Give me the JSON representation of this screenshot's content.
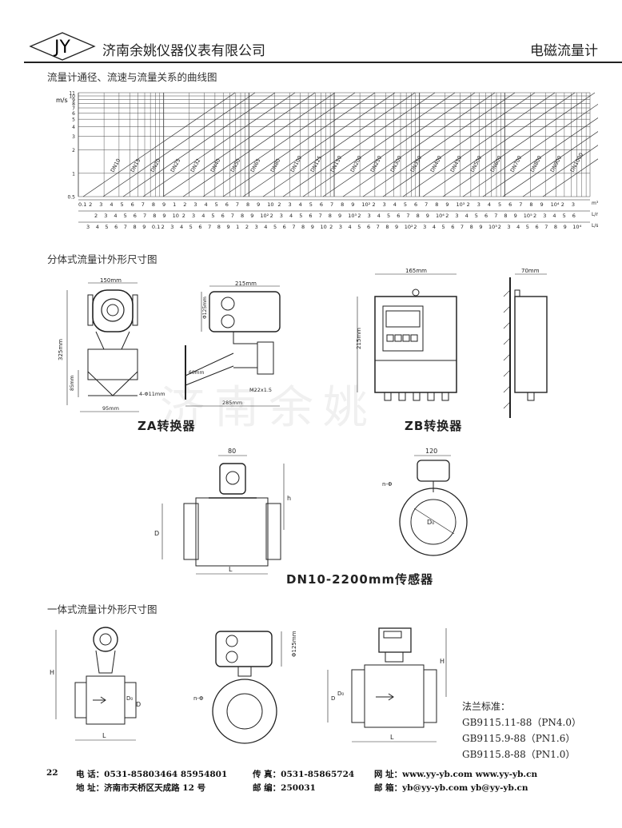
{
  "header": {
    "logo_text": "JY",
    "company": "济南余姚仪器仪表有限公司",
    "product": "电磁流量计"
  },
  "sections": {
    "curve_title": "流量计通径、流速与流量关系的曲线图",
    "split_title": "分体式流量计外形尺寸图",
    "integral_title": "一体式流量计外形尺寸图"
  },
  "chart_data": {
    "type": "line",
    "title": "流量计通径、流速与流量关系的曲线图",
    "y_axis_label": "m/s",
    "y_ticks": [
      "11",
      "10",
      "9",
      "8",
      "7",
      "6",
      "5",
      "4",
      "3",
      "2",
      "1",
      "0.5"
    ],
    "scale_units": [
      "m³/h",
      "L/m",
      "L/s"
    ],
    "row1_labels": [
      "0.1",
      "2",
      "3",
      "4",
      "5",
      "6",
      "7",
      "8",
      "9",
      "1",
      "2",
      "3",
      "4",
      "5",
      "6",
      "7",
      "8",
      "9",
      "10",
      "2",
      "3",
      "4",
      "5",
      "6",
      "7",
      "8",
      "9",
      "10²",
      "2",
      "3",
      "4",
      "5",
      "6",
      "7",
      "8",
      "9",
      "10³",
      "2",
      "3",
      "4",
      "5",
      "6",
      "7",
      "8",
      "9",
      "10⁴",
      "2",
      "3"
    ],
    "row2_labels": [
      "2",
      "3",
      "4",
      "5",
      "6",
      "7",
      "8",
      "9",
      "10",
      "2",
      "3",
      "4",
      "5",
      "6",
      "7",
      "8",
      "9",
      "10²",
      "2",
      "3",
      "4",
      "5",
      "6",
      "7",
      "8",
      "9",
      "10³",
      "2",
      "3",
      "4",
      "5",
      "6",
      "7",
      "8",
      "9",
      "10⁴",
      "2",
      "3",
      "4",
      "5",
      "6",
      "7",
      "8",
      "9",
      "10⁵",
      "2",
      "3",
      "4",
      "5",
      "6"
    ],
    "row3_labels": [
      "3",
      "4",
      "5",
      "6",
      "7",
      "8",
      "9",
      "0.1",
      "2",
      "3",
      "4",
      "5",
      "6",
      "7",
      "8",
      "9",
      "1",
      "2",
      "3",
      "4",
      "5",
      "6",
      "7",
      "8",
      "9",
      "10",
      "2",
      "3",
      "4",
      "5",
      "6",
      "7",
      "8",
      "9",
      "10²",
      "2",
      "3",
      "4",
      "5",
      "6",
      "7",
      "8",
      "9",
      "10³",
      "2",
      "3",
      "4",
      "5",
      "6",
      "7",
      "8",
      "9",
      "10⁴"
    ],
    "series": [
      {
        "name": "DN10"
      },
      {
        "name": "DN15"
      },
      {
        "name": "DN20"
      },
      {
        "name": "DN25"
      },
      {
        "name": "DN32"
      },
      {
        "name": "DN40"
      },
      {
        "name": "DN50"
      },
      {
        "name": "DN65"
      },
      {
        "name": "DN80"
      },
      {
        "name": "DN100"
      },
      {
        "name": "DN125"
      },
      {
        "name": "DN150"
      },
      {
        "name": "DN200"
      },
      {
        "name": "DN250"
      },
      {
        "name": "DN300"
      },
      {
        "name": "DN350"
      },
      {
        "name": "DN400"
      },
      {
        "name": "DN450"
      },
      {
        "name": "DN500"
      },
      {
        "name": "DN600"
      },
      {
        "name": "DN700"
      },
      {
        "name": "DN800"
      },
      {
        "name": "DN900"
      },
      {
        "name": "DN1000"
      }
    ]
  },
  "drawings": {
    "za": {
      "caption": "ZA转换器",
      "dim_150": "150mm",
      "dim_325": "325mm",
      "dim_85": "85mm",
      "dim_hole": "4-Φ11mm",
      "dim_95": "95mm",
      "dim_215": "215mm",
      "dim_phi125": "Φ125mm",
      "dim_thread": "M22x1.5",
      "dim_285": "285mm",
      "dim_60": "60mm"
    },
    "zb": {
      "caption": "ZB转换器",
      "dim_165": "165mm",
      "dim_215": "215mm",
      "dim_70": "70mm"
    },
    "sensor": {
      "caption": "DN10-2200mm传感器",
      "dim_80": "80",
      "dim_h": "h",
      "dim_D": "D",
      "dim_L": "L",
      "dim_120": "120",
      "dim_nphi": "n-Φ",
      "dim_D0": "D₀"
    },
    "integral": {
      "H1": "H",
      "D1": "D",
      "D0_1": "D₀",
      "L1": "L",
      "phi125": "Φ125mm",
      "nphi": "n-Φ",
      "D2": "D",
      "D0_2": "D₀",
      "H2": "H",
      "L2": "L"
    }
  },
  "watermark": "济南余姚",
  "standards": {
    "title": "法兰标准：",
    "items": [
      "GB9115.11-88（PN4.0）",
      "GB9115.9-88（PN1.6）",
      "GB9115.8-88（PN1.0）"
    ]
  },
  "footer": {
    "page": "22",
    "phone_label": "电  话：",
    "phone": "0531-85803464    85954801",
    "fax_label": "传  真：",
    "fax": "0531-85865724",
    "web_label": "网  址：",
    "web": "www.yy-yb.com    www.yy-yb.cn",
    "addr_label": "地  址：",
    "addr": "济南市天桥区天成路 12 号",
    "zip_label": "邮  编：",
    "zip": "250031",
    "mail_label": "邮  箱：",
    "mail": "yb@yy-yb.com    yb@yy-yb.cn"
  }
}
